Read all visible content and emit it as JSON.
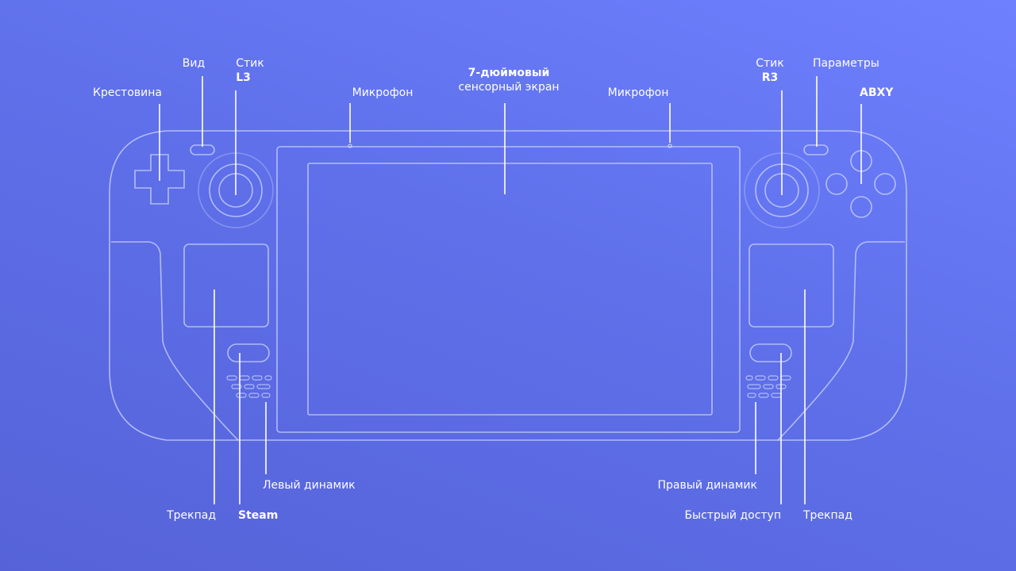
{
  "labels": {
    "dpad": "Крестовина",
    "view": "Вид",
    "l3_line1": "Стик",
    "l3_line2": "L3",
    "mic_left": "Микрофон",
    "screen_line1": "7-дюймовый",
    "screen_line2": "сенсорный экран",
    "mic_right": "Микрофон",
    "r3_line1": "Стик",
    "r3_line2": "R3",
    "options": "Параметры",
    "abxy": "ABXY",
    "left_speaker": "Левый динамик",
    "trackpad_left": "Трекпад",
    "steam": "Steam",
    "right_speaker": "Правый динамик",
    "quick_access": "Быстрый доступ",
    "trackpad_right": "Трекпад"
  },
  "colors": {
    "line": "#c9d2ff",
    "text": "#ffffff"
  }
}
